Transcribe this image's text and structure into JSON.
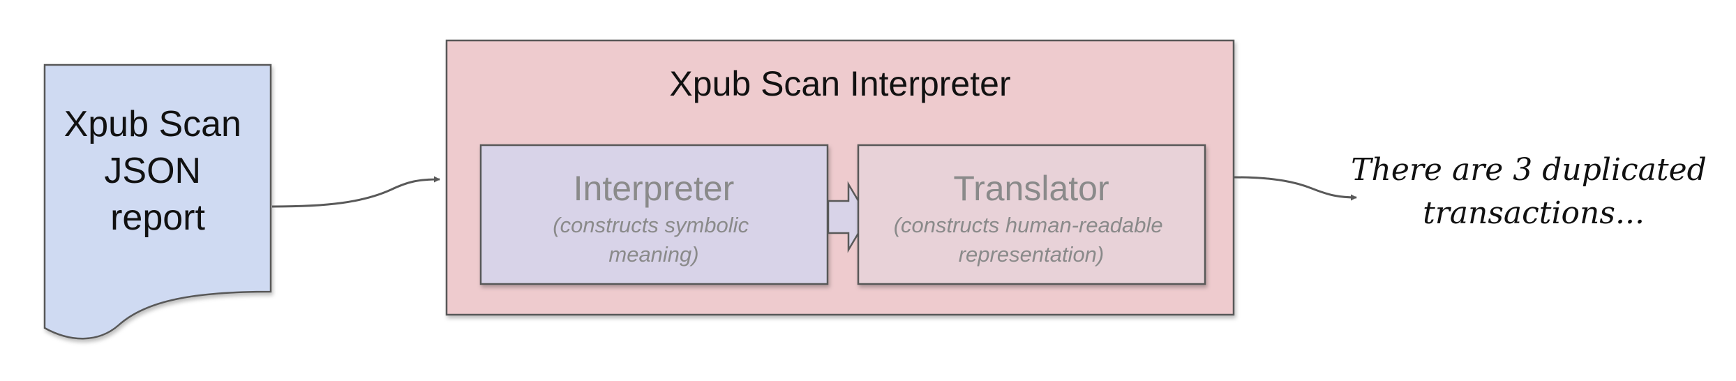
{
  "document": {
    "lines": [
      "Xpub Scan",
      "JSON",
      "report"
    ]
  },
  "container": {
    "title": "Xpub Scan Interpreter"
  },
  "interpreter": {
    "title": "Interpreter",
    "subtitle_lines": [
      "(constructs symbolic",
      "meaning)"
    ]
  },
  "translator": {
    "title": "Translator",
    "subtitle_lines": [
      "(constructs human-readable",
      "representation)"
    ]
  },
  "output": {
    "lines": [
      "There are 3 duplicated",
      "transactions..."
    ]
  },
  "colors": {
    "document_fill": "#cfdaf2",
    "container_fill": "#eecbce",
    "interpreter_fill": "#d8d3e8",
    "translator_fill": "#e8d2d8",
    "stroke": "#595959",
    "muted_text": "#8a8a8a",
    "text": "#111111"
  }
}
